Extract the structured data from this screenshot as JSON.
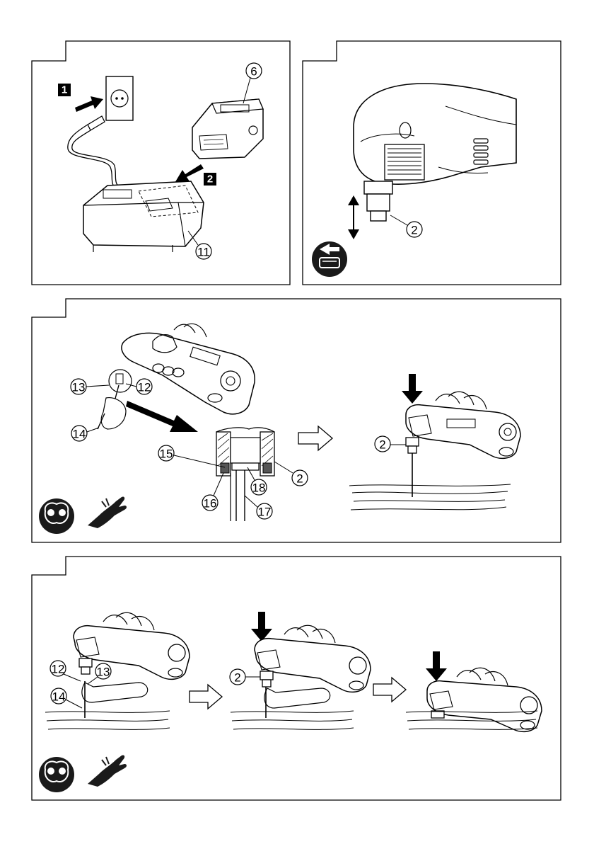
{
  "figures": [
    {
      "id": "panel-1",
      "figure_label": ""
    },
    {
      "id": "panel-2",
      "figure_label": ""
    },
    {
      "id": "panel-3",
      "figure_label": ""
    },
    {
      "id": "panel-4",
      "figure_label": ""
    }
  ],
  "steps": [
    "1",
    "2"
  ],
  "callouts": {
    "c2": "2",
    "c6": "6",
    "c11": "11",
    "c12": "12",
    "c13": "13",
    "c14": "14",
    "c15": "15",
    "c16": "16",
    "c17": "17",
    "c18": "18"
  },
  "icons": [
    "safety-goggles-icon",
    "hand-caution-icon",
    "battery-removed-icon"
  ],
  "colors": {
    "line": "#000000",
    "background": "#ffffff",
    "icon_fill": "#1a1a1a"
  }
}
